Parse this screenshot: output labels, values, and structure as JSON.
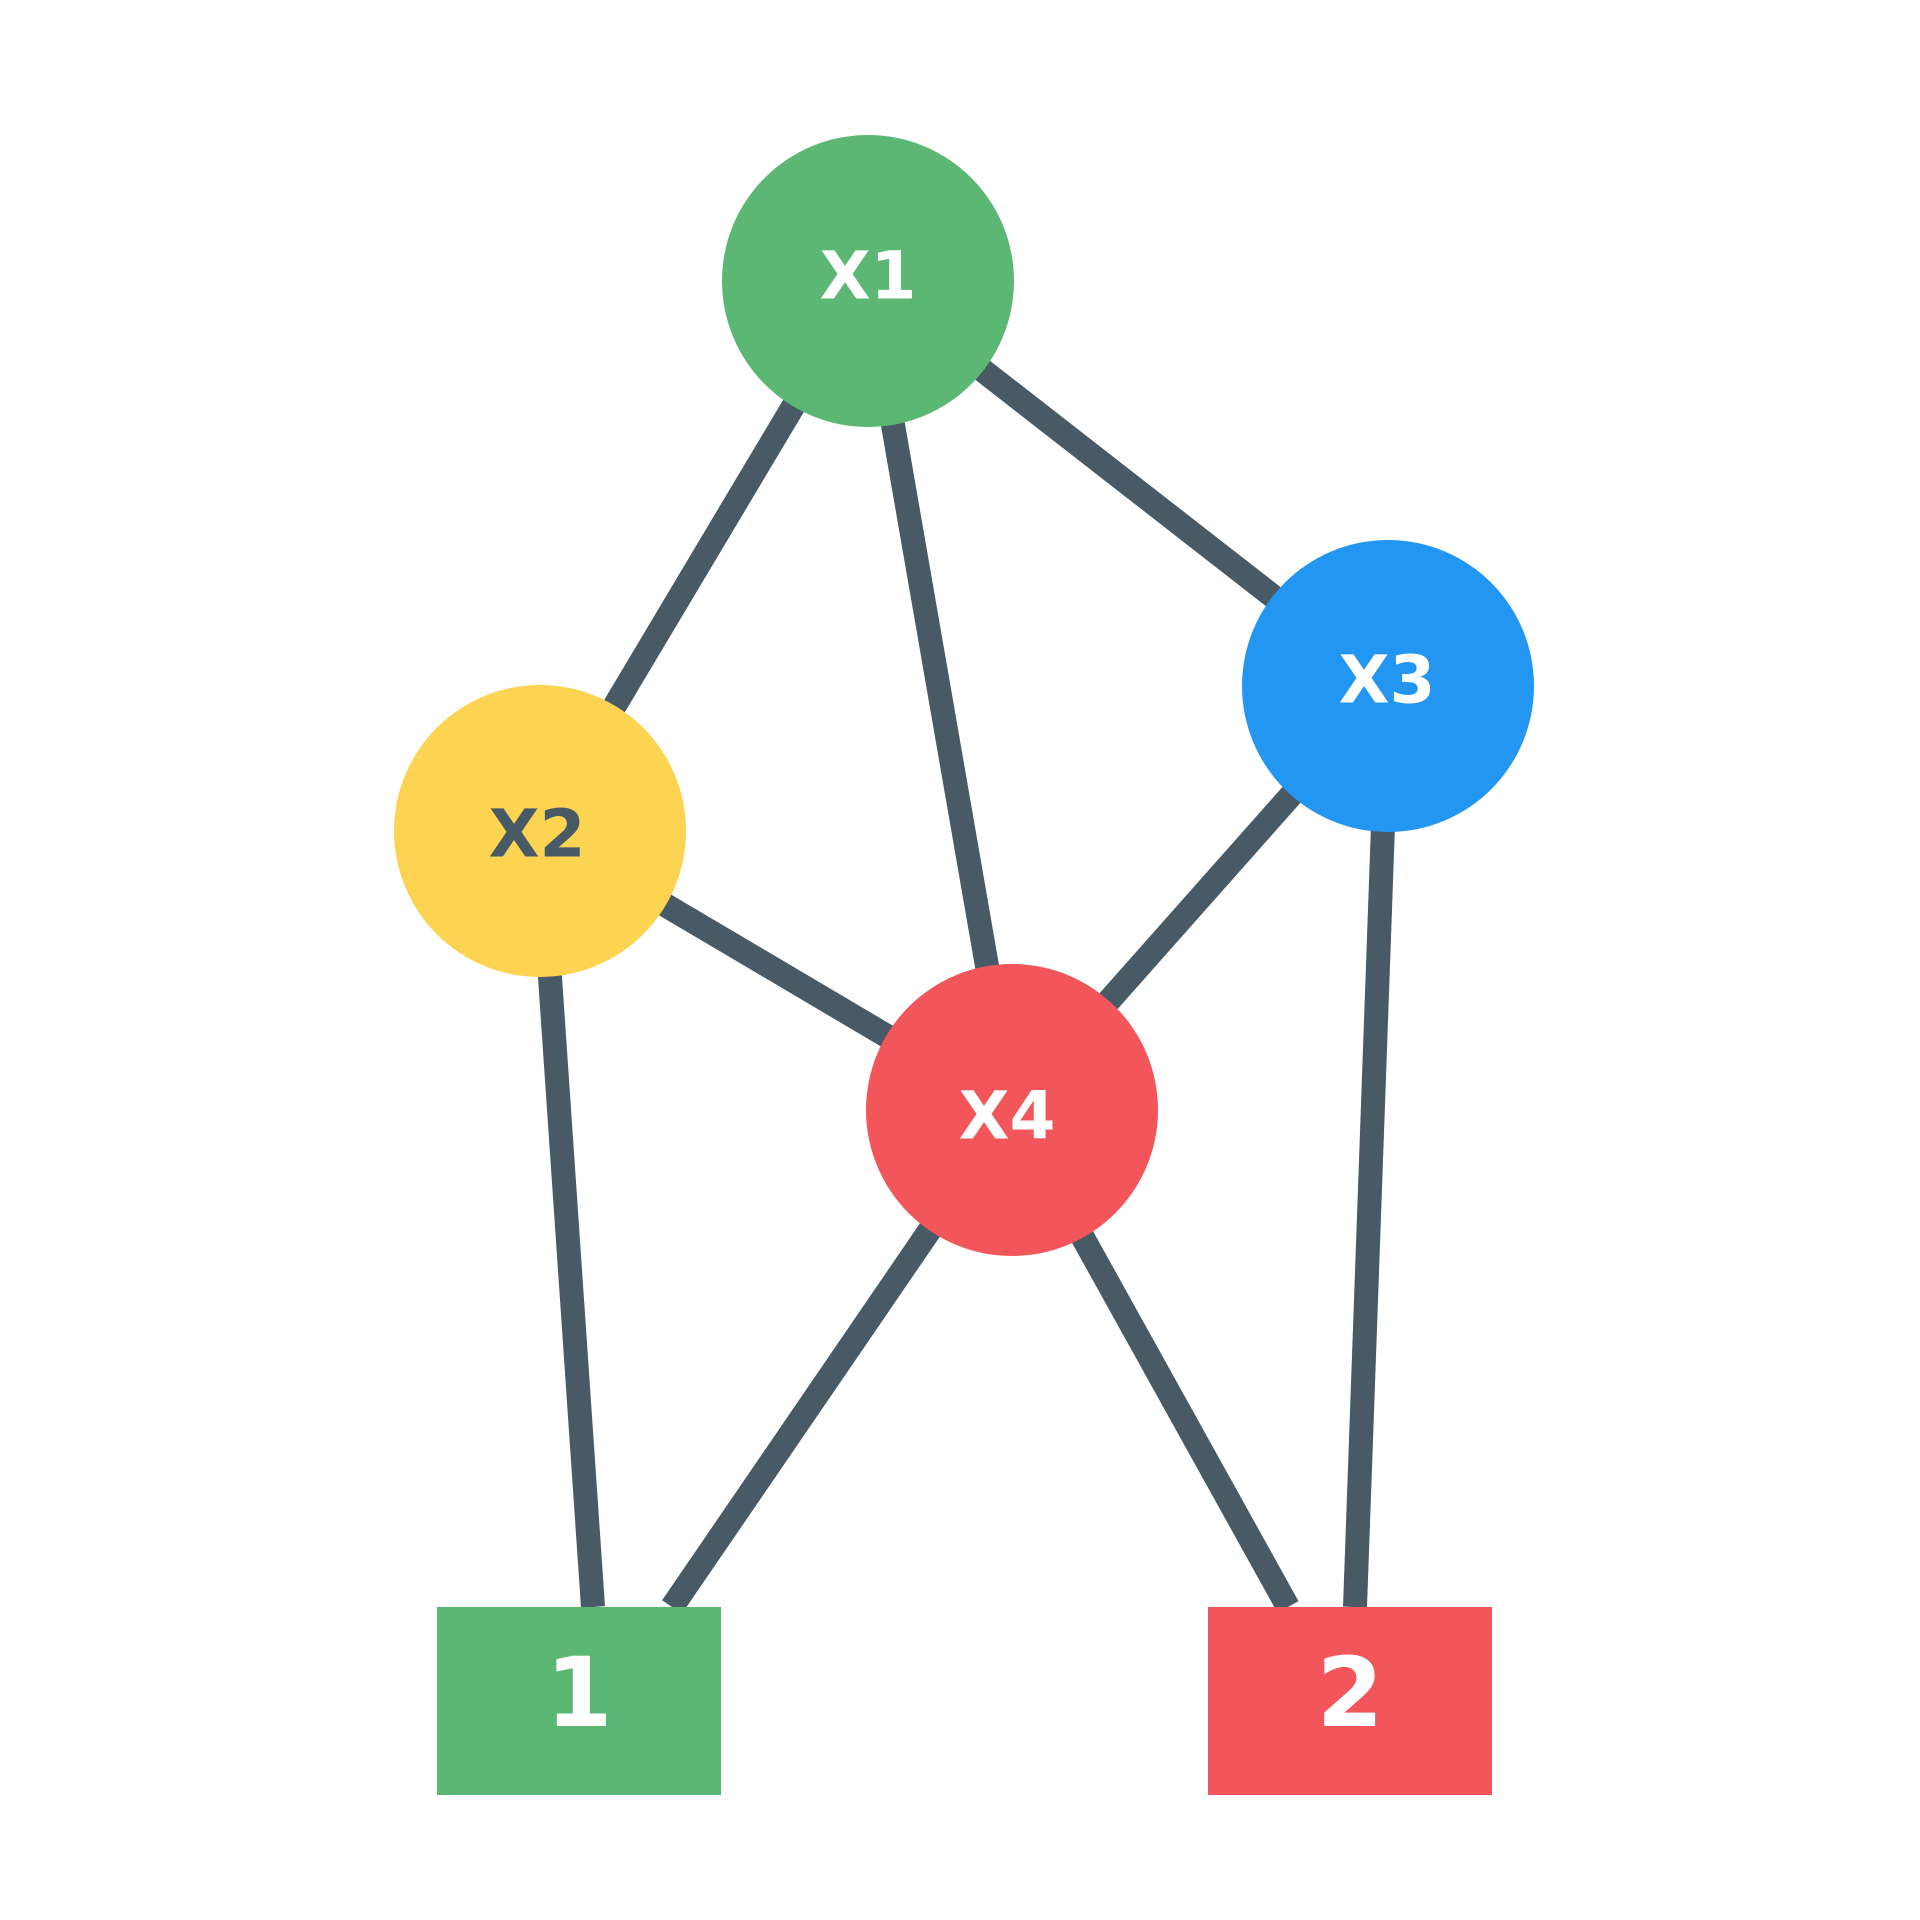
{
  "colors": {
    "background": "#ffffff",
    "edge": "#475a66",
    "green": "#5db774",
    "yellow": "#fdd452",
    "blue": "#2396f2",
    "red": "#f2565a",
    "label_light": "#ffffff",
    "label_dark": "#475a66"
  },
  "nodes": {
    "x1": {
      "label": "X1",
      "color": "#5db774",
      "text_color": "#ffffff"
    },
    "x2": {
      "label": "X2",
      "color": "#fdd452",
      "text_color": "#475a66"
    },
    "x3": {
      "label": "X3",
      "color": "#2396f2",
      "text_color": "#ffffff"
    },
    "x4": {
      "label": "X4",
      "color": "#f2565a",
      "text_color": "#ffffff"
    }
  },
  "outputs": {
    "out1": {
      "label": "1",
      "color": "#5db774",
      "text_color": "#ffffff"
    },
    "out2": {
      "label": "2",
      "color": "#f2565a",
      "text_color": "#ffffff"
    }
  },
  "edges": [
    {
      "from": "x1",
      "to": "x2"
    },
    {
      "from": "x1",
      "to": "x4"
    },
    {
      "from": "x1",
      "to": "x3"
    },
    {
      "from": "x2",
      "to": "x4"
    },
    {
      "from": "x3",
      "to": "x4"
    },
    {
      "from": "x2",
      "to": "out1"
    },
    {
      "from": "x4",
      "to": "out1"
    },
    {
      "from": "x4",
      "to": "out2"
    },
    {
      "from": "x3",
      "to": "out2"
    }
  ]
}
